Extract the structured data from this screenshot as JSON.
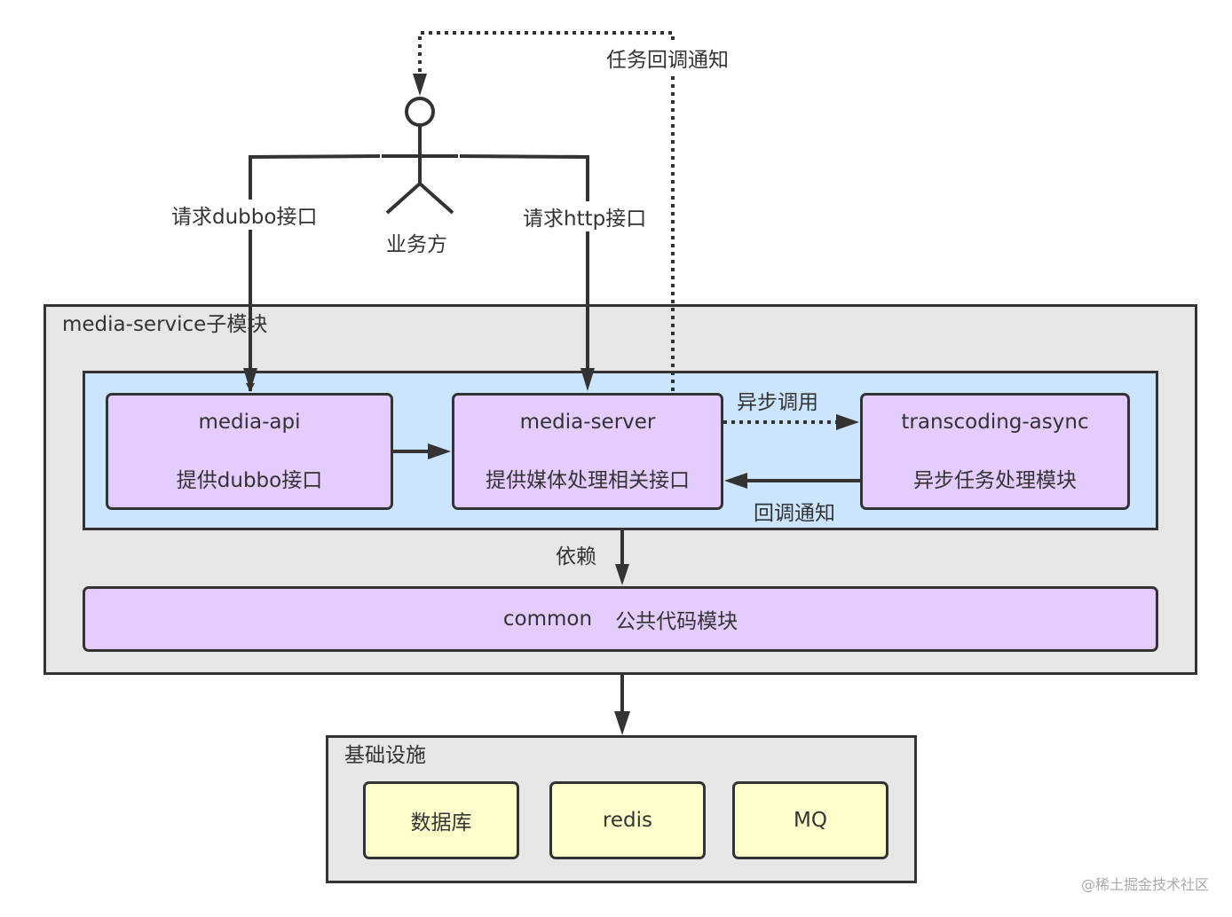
{
  "actor": {
    "label": "业务方"
  },
  "edges": {
    "request_dubbo": "请求dubbo接口",
    "request_http": "请求http接口",
    "task_callback": "任务回调通知",
    "async_call": "异步调用",
    "callback": "回调通知",
    "depends": "依赖"
  },
  "media_service": {
    "title": "media-service子模块",
    "modules": [
      {
        "name": "media-api",
        "desc": "提供dubbo接口"
      },
      {
        "name": "media-server",
        "desc": "提供媒体处理相关接口"
      },
      {
        "name": "transcoding-async",
        "desc": "异步任务处理模块"
      }
    ],
    "common": {
      "name": "common",
      "desc": "公共代码模块"
    }
  },
  "infrastructure": {
    "title": "基础设施",
    "items": [
      "数据库",
      "redis",
      "MQ"
    ]
  },
  "colors": {
    "stroke": "#333333",
    "container": "#e6e6e6",
    "inner": "#cce5ff",
    "module": "#e5ccff",
    "infra": "#ffffcc"
  },
  "watermark": "@稀土掘金技术社区"
}
